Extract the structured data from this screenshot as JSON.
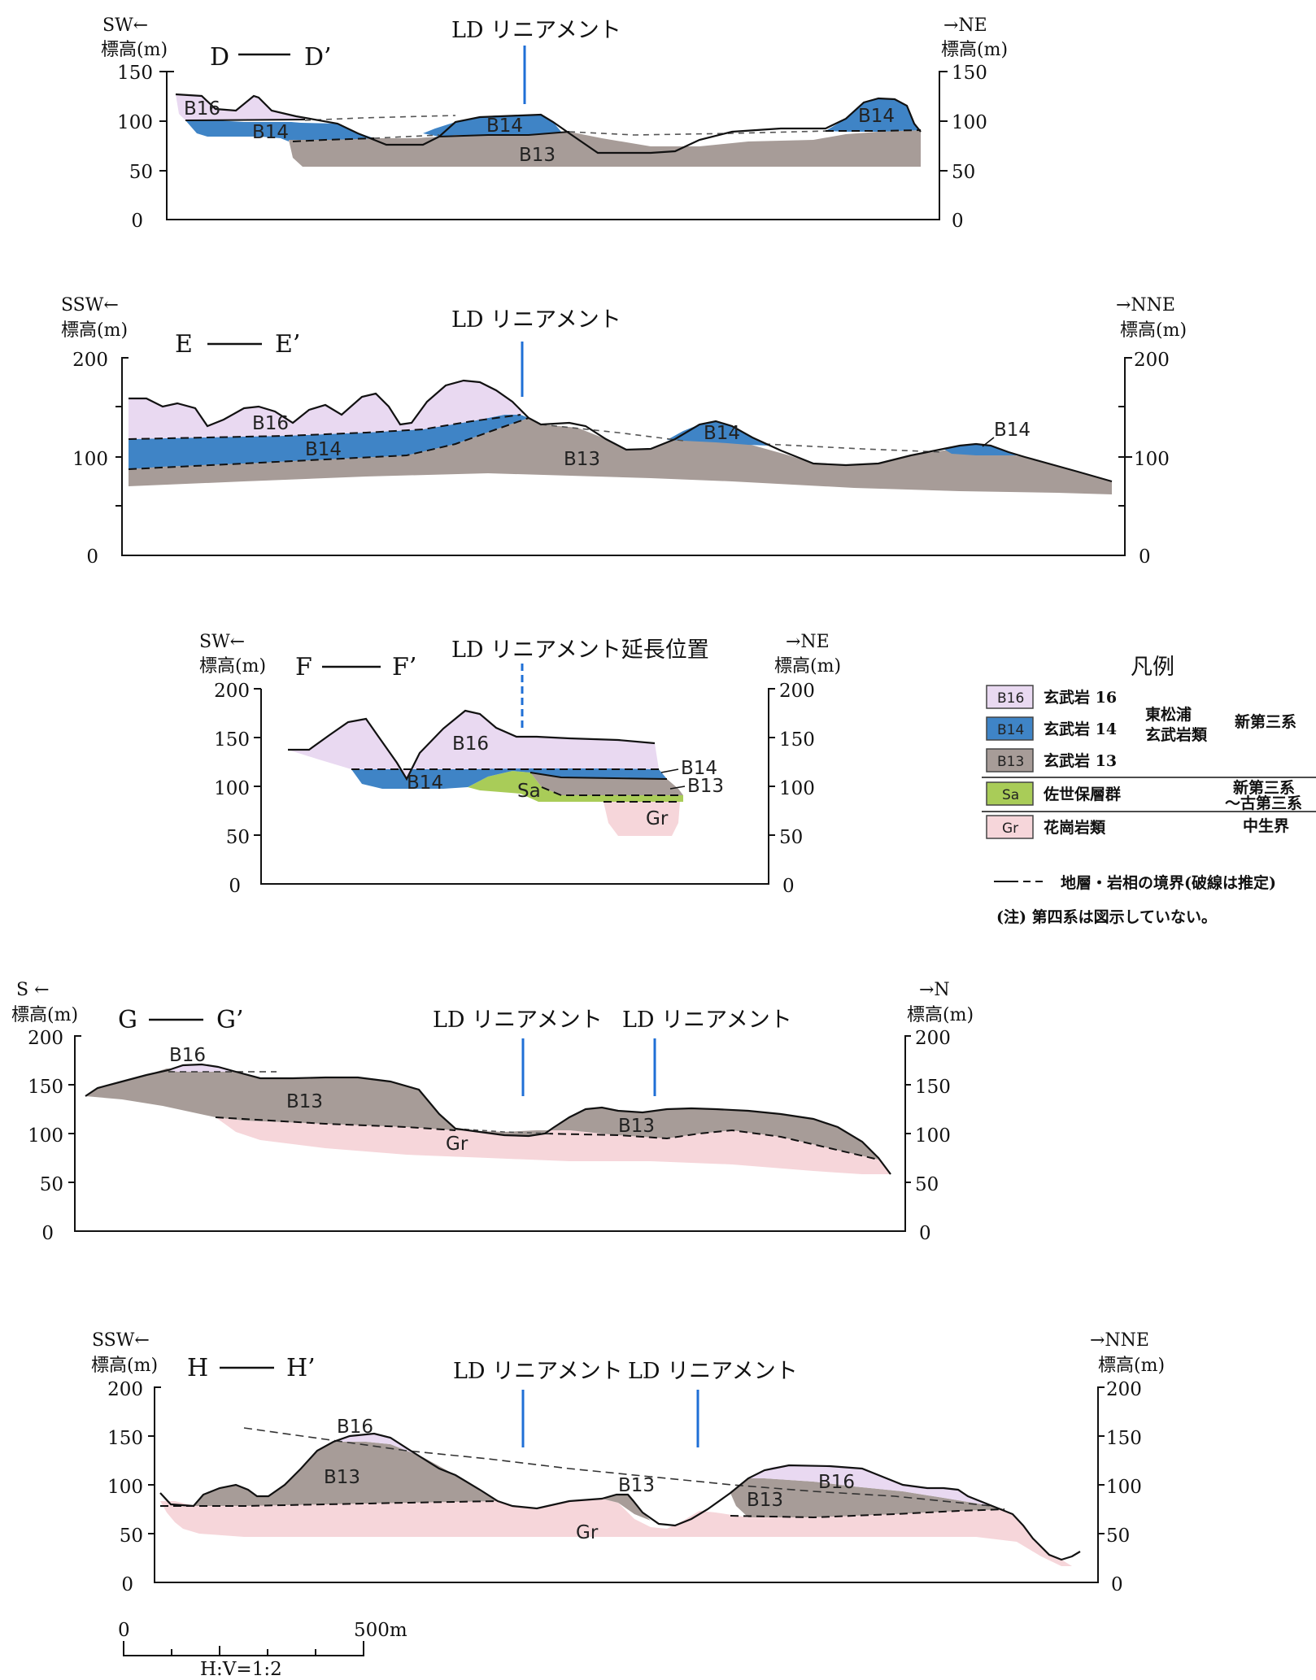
{
  "units": {
    "B16": "B16",
    "B14": "B14",
    "B13": "B13",
    "Sa": "Sa",
    "Gr": "Gr"
  },
  "colors": {
    "B16": "#e9d9f1",
    "B14": "#3f84c6",
    "B13": "#a79c98",
    "Sa": "#a9cc58",
    "Gr": "#f6d6da",
    "lineament": "#1f6fd6"
  },
  "section_D": {
    "title": "D",
    "title_end": "D’",
    "left_dir": "SW←",
    "right_dir": "→NE",
    "elev_label": "標高(m)",
    "ticks": [
      "0",
      "50",
      "100",
      "150"
    ],
    "lineament": "LD リニアメント"
  },
  "section_E": {
    "title": "E",
    "title_end": "E’",
    "left_dir": "SSW←",
    "right_dir": "→NNE",
    "elev_label": "標高(m)",
    "ticks": [
      "0",
      "100",
      "200"
    ],
    "lineament": "LD リニアメント"
  },
  "section_F": {
    "title": "F",
    "title_end": "F’",
    "left_dir": "SW←",
    "right_dir": "→NE",
    "elev_label": "標高(m)",
    "ticks": [
      "0",
      "50",
      "100",
      "150",
      "200"
    ],
    "lineament": "LD リニアメント延長位置"
  },
  "section_G": {
    "title": "G",
    "title_end": "G’",
    "left_dir": "S ←",
    "right_dir": "→N",
    "elev_label": "標高(m)",
    "ticks": [
      "0",
      "50",
      "100",
      "150",
      "200"
    ],
    "lineament_1": "LD リニアメント",
    "lineament_2": "LD リニアメント"
  },
  "section_H": {
    "title": "H",
    "title_end": "H’",
    "left_dir": "SSW←",
    "right_dir": "→NNE",
    "elev_label": "標高(m)",
    "ticks": [
      "0",
      "50",
      "100",
      "150",
      "200"
    ],
    "lineament_1": "LD リニアメント",
    "lineament_2": "LD リニアメント"
  },
  "scale": {
    "zero": "0",
    "end": "500m",
    "ratio": "H:V=1:2"
  },
  "legend": {
    "title": "凡例",
    "rows": [
      {
        "code": "B16",
        "name": "玄武岩 16"
      },
      {
        "code": "B14",
        "name": "玄武岩 14"
      },
      {
        "code": "B13",
        "name": "玄武岩 13"
      },
      {
        "code": "Sa",
        "name": "佐世保層群"
      },
      {
        "code": "Gr",
        "name": "花崗岩類"
      }
    ],
    "group_1": "東松浦",
    "group_2": "玄武岩類",
    "age_neogene": "新第三系",
    "age_sa_1": "新第三系",
    "age_sa_2": "～古第三系",
    "age_gr": "中生界",
    "boundary": "地層・岩相の境界(破線は推定)",
    "note": "(注) 第四系は図示していない。"
  }
}
